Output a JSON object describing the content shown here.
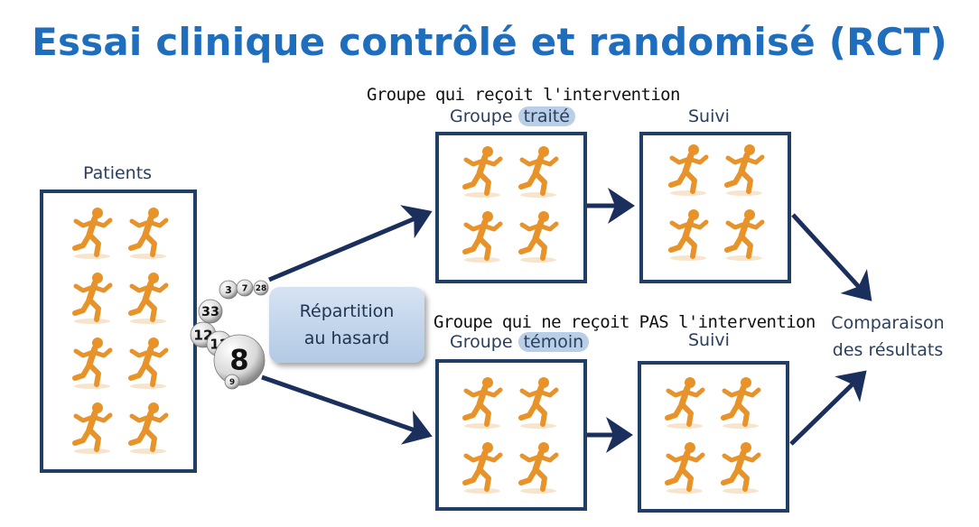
{
  "title": "Essai clinique contrôlé et randomisé (RCT)",
  "patients_label": "Patients",
  "treated": {
    "annotation": "Groupe qui reçoit l'intervention",
    "label_prefix": "Groupe",
    "label_highlight": "traité",
    "followup_label": "Suivi"
  },
  "control": {
    "annotation": "Groupe qui ne reçoit PAS l'intervention",
    "label_prefix": "Groupe",
    "label_highlight": "témoin",
    "followup_label": "Suivi"
  },
  "randomization": {
    "line1": "Répartition",
    "line2": "au hasard"
  },
  "comparison": {
    "line1": "Comparaison",
    "line2": "des résultats"
  },
  "balls": [
    "3",
    "7",
    "28",
    "33",
    "12",
    "12",
    "8",
    "9"
  ],
  "colors": {
    "title": "#1f6dbd",
    "box_border": "#1f3f66",
    "arrow": "#1b2f5c",
    "figure": "#e8932a",
    "highlight": "#b9cfe8"
  },
  "icons": [
    "running-person-icon",
    "lottery-ball-icon",
    "arrow-icon"
  ]
}
